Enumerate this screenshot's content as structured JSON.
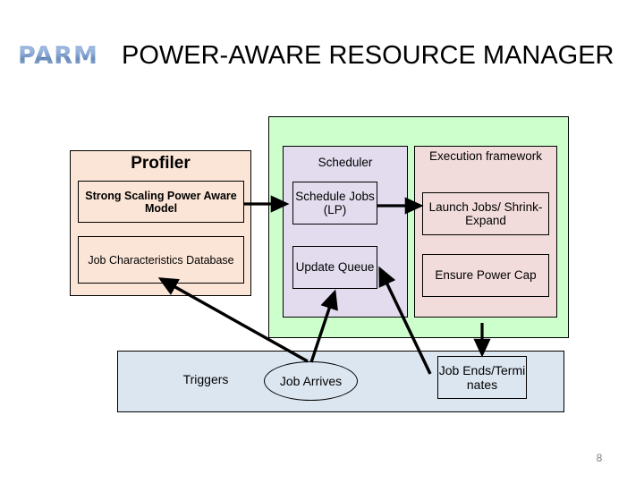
{
  "slide": {
    "page_number": "8",
    "background_color": "#ffffff"
  },
  "header": {
    "logo_text": "PARM",
    "title": "POWER-AWARE RESOURCE MANAGER",
    "logo_color": "#3a6bb5"
  },
  "diagram": {
    "type": "block-flow",
    "profiler": {
      "title": "Profiler",
      "fill": "#fbe5d6",
      "items": [
        {
          "label": "Strong Scaling Power Aware Model"
        },
        {
          "label": "Job Characteristics Database"
        }
      ]
    },
    "core": {
      "fill": "#ccffcc"
    },
    "scheduler": {
      "title": "Scheduler",
      "fill": "#e2dcee",
      "items": [
        {
          "label": "Schedule Jobs (LP)"
        },
        {
          "label": "Update Queue"
        }
      ]
    },
    "execution": {
      "title": "Execution framework",
      "fill": "#f2dcdb",
      "items": [
        {
          "label": "Launch Jobs/ Shrink-Expand"
        },
        {
          "label": "Ensure Power Cap"
        }
      ]
    },
    "triggers": {
      "label": "Triggers",
      "fill": "#dce6f1",
      "events": [
        {
          "label": "Job Arrives",
          "shape": "ellipse"
        },
        {
          "label": "Job Ends/Terminates",
          "shape": "rectangle"
        }
      ]
    },
    "connections": [
      {
        "from": "Strong Scaling Power Aware Model",
        "to": "Schedule Jobs (LP)"
      },
      {
        "from": "Schedule Jobs (LP)",
        "to": "Launch Jobs/ Shrink-Expand"
      },
      {
        "from": "Job Arrives",
        "to": "Job Characteristics Database"
      },
      {
        "from": "Job Arrives",
        "to": "Update Queue"
      },
      {
        "from": "Job Ends/Terminates",
        "to": "Update Queue"
      },
      {
        "from": "Execution framework",
        "to": "Job Ends/Terminates"
      }
    ]
  }
}
